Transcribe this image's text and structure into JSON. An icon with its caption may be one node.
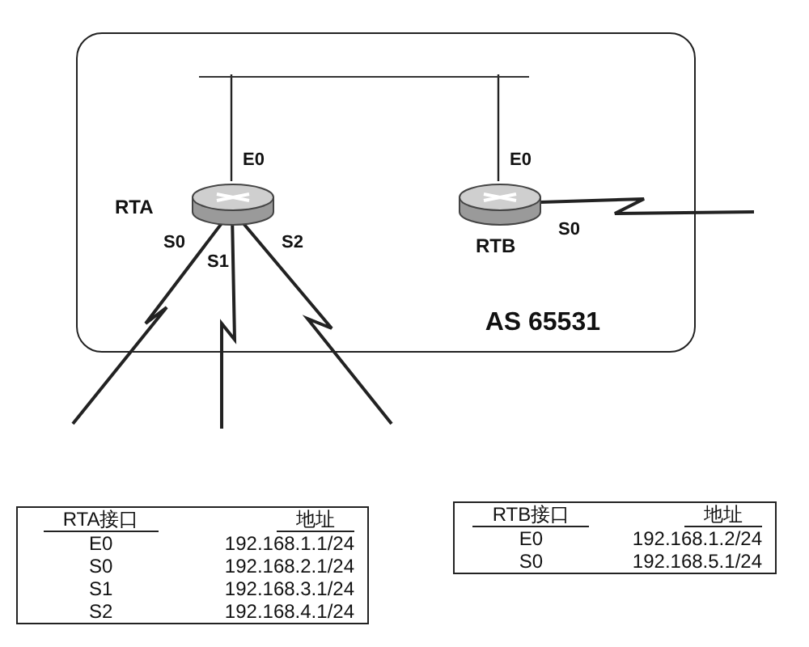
{
  "diagram": {
    "nodes": [
      {
        "text": [
          "AS 65531"
        ]
      },
      {
        "text": [],
        "shape": "bar",
        "in": 0
      },
      {
        "text": [
          "RTA"
        ],
        "in": 0
      },
      {
        "text": [
          "RTB"
        ],
        "in": 0
      }
    ],
    "edges": [
      {
        "from": 1,
        "to": 2,
        "arrow": "none",
        "label": "E0"
      },
      {
        "from": 1,
        "to": 3,
        "arrow": "none",
        "label": "E0"
      },
      {
        "from": 2,
        "to": null,
        "arrow": "none",
        "label": "S0"
      },
      {
        "from": 2,
        "to": null,
        "arrow": "none",
        "label": "S1"
      },
      {
        "from": 2,
        "to": null,
        "arrow": "none",
        "label": "S2"
      },
      {
        "from": 3,
        "to": null,
        "arrow": "none",
        "label": "S0"
      }
    ],
    "labels": [
      "RTA接口",
      "地址",
      "E0",
      "192.168.1.1/24",
      "S0",
      "192.168.2.1/24",
      "S1",
      "192.168.3.1/24",
      "S2",
      "192.168.4.1/24",
      "RTB接口",
      "地址",
      "E0",
      "192.168.1.2/24",
      "S0",
      "192.168.5.1/24"
    ]
  }
}
